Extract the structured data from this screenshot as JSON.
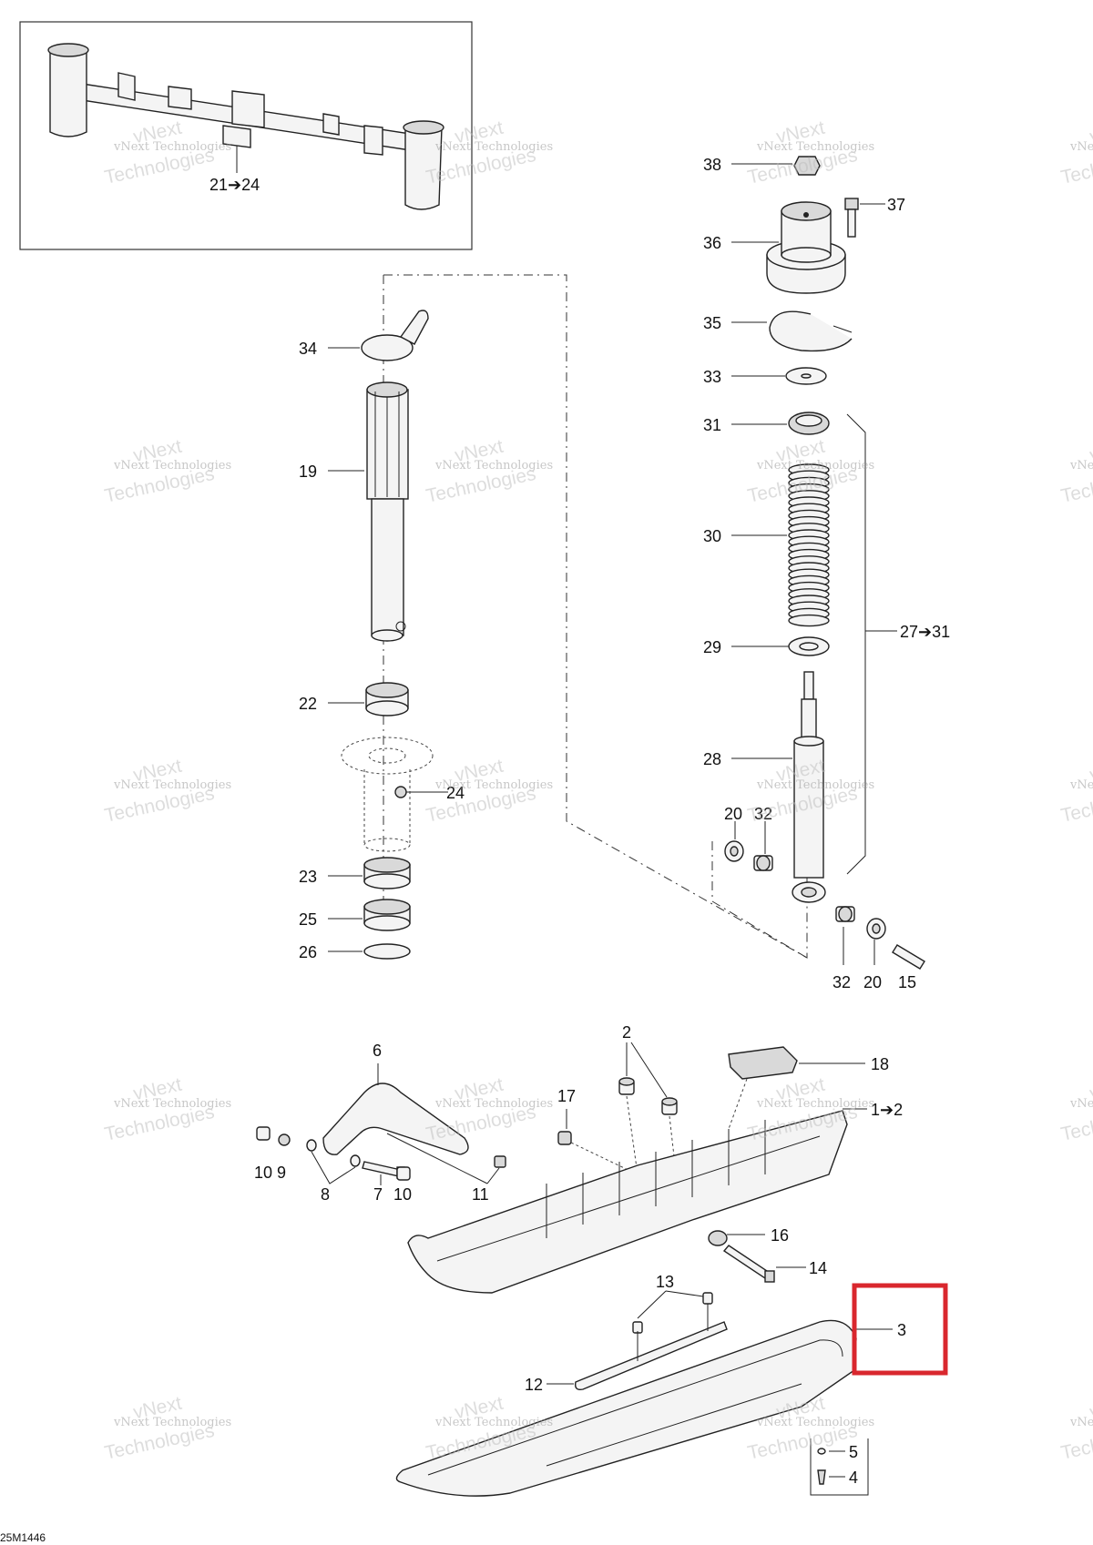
{
  "diagram_code": "25M1446",
  "watermark": {
    "line1": "vNext Technologies",
    "line2": "Technologies",
    "line3": "vNext"
  },
  "highlight_color": "#d9272e",
  "callouts": {
    "c1": "1➔2",
    "c2": "2",
    "c3": "3",
    "c4": "4",
    "c5": "5",
    "c6": "6",
    "c7": "7",
    "c8": "8",
    "c9": "9",
    "c10a": "10",
    "c10b": "10",
    "c11": "11",
    "c12": "12",
    "c13": "13",
    "c14": "14",
    "c15": "15",
    "c16": "16",
    "c17": "17",
    "c18": "18",
    "c19": "19",
    "c20a": "20",
    "c20b": "20",
    "c21": "21➔24",
    "c22": "22",
    "c23": "23",
    "c24": "24",
    "c25": "25",
    "c26": "26",
    "c27": "27➔31",
    "c28": "28",
    "c29": "29",
    "c30": "30",
    "c31": "31",
    "c32a": "32",
    "c32b": "32",
    "c33": "33",
    "c34": "34",
    "c35": "35",
    "c36": "36",
    "c37": "37",
    "c38": "38"
  }
}
